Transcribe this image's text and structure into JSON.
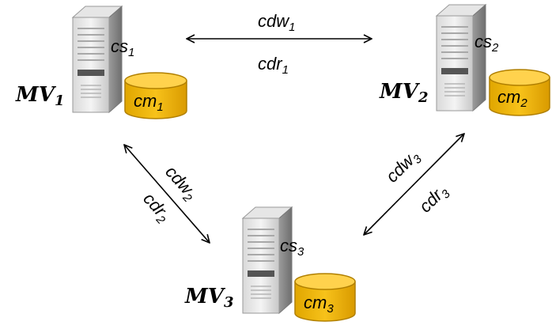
{
  "nodes": [
    {
      "mv": "MV",
      "mv_sub": "1",
      "cs": "cs",
      "cs_sub": "1",
      "cm": "cm",
      "cm_sub": "1"
    },
    {
      "mv": "MV",
      "mv_sub": "2",
      "cs": "cs",
      "cs_sub": "2",
      "cm": "cm",
      "cm_sub": "2"
    },
    {
      "mv": "MV",
      "mv_sub": "3",
      "cs": "cs",
      "cs_sub": "3",
      "cm": "cm",
      "cm_sub": "3"
    }
  ],
  "links": [
    {
      "w": "cdw",
      "w_sub": "1",
      "r": "cdr",
      "r_sub": "1"
    },
    {
      "w": "cdw",
      "w_sub": "2",
      "r": "cdr",
      "r_sub": "2"
    },
    {
      "w": "cdw",
      "w_sub": "3",
      "r": "cdr",
      "r_sub": "3"
    }
  ],
  "colors": {
    "server_light": "#f2f2f2",
    "server_mid": "#c9c9c9",
    "server_dark": "#8c8c8c",
    "db_fill": "#f2b705",
    "db_top": "#ffd24d",
    "db_stroke": "#b07f00",
    "arrow": "#000000"
  }
}
